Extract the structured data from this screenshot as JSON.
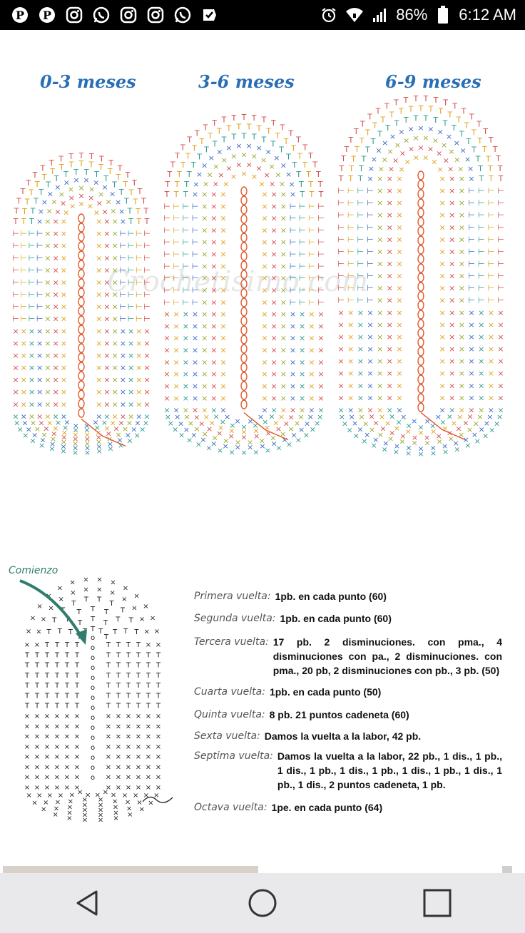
{
  "status_bar": {
    "battery_percent": "86%",
    "time": "6:12 AM",
    "left_icons": [
      "pinterest-icon",
      "pinterest-icon",
      "instagram-icon",
      "whatsapp-icon",
      "instagram-icon",
      "instagram-icon",
      "whatsapp-icon",
      "tasks-icon"
    ],
    "right_icons": [
      "alarm-icon",
      "wifi-icon",
      "signal-icon",
      "battery-icon"
    ]
  },
  "diagrams": {
    "sizes": [
      "0-3 meses",
      "3-6 meses",
      "6-9 meses"
    ],
    "watermark": "Crochetisimo.com"
  },
  "pattern": {
    "start_label": "Comienzo",
    "rows": [
      {
        "name": "Primera vuelta:",
        "text": "1pb. en cada punto (60)"
      },
      {
        "name": "Segunda vuelta:",
        "text": "1pb. en cada punto (60)"
      },
      {
        "name": "Tercera vuelta:",
        "text": "17 pb. 2 disminuciones. con pma., 4 disminuciones con pa., 2 disminuciones. con pma., 20 pb, 2 disminuciones con pb., 3 pb. (50)"
      },
      {
        "name": "Cuarta vuelta:",
        "text": "1pb. en cada punto (50)"
      },
      {
        "name": "Quinta vuelta:",
        "text": "8 pb. 21 puntos cadeneta (60)"
      },
      {
        "name": "Sexta vuelta:",
        "text": "Damos la vuelta a la labor, 42 pb."
      },
      {
        "name": "Septima vuelta:",
        "text": "Damos la vuelta a la labor, 22 pb., 1 dis., 1 pb., 1 dis., 1 pb., 1 dis., 1 pb., 1 dis., 1 pb., 1 dis., 1 pb., 1 dis., 2 puntos cadeneta, 1 pb."
      },
      {
        "name": "Octava vuelta:",
        "text": "1pe. en cada punto (64)"
      }
    ]
  },
  "nav": {
    "buttons": [
      "back-icon",
      "home-icon",
      "recents-icon"
    ]
  },
  "colors": {
    "size_label": "#2a6fb6",
    "chain": "#e0572a",
    "round_colors": [
      "#d64b4b",
      "#e0a21a",
      "#2c9c8f",
      "#3b6cc6",
      "#9aaa2a"
    ]
  }
}
